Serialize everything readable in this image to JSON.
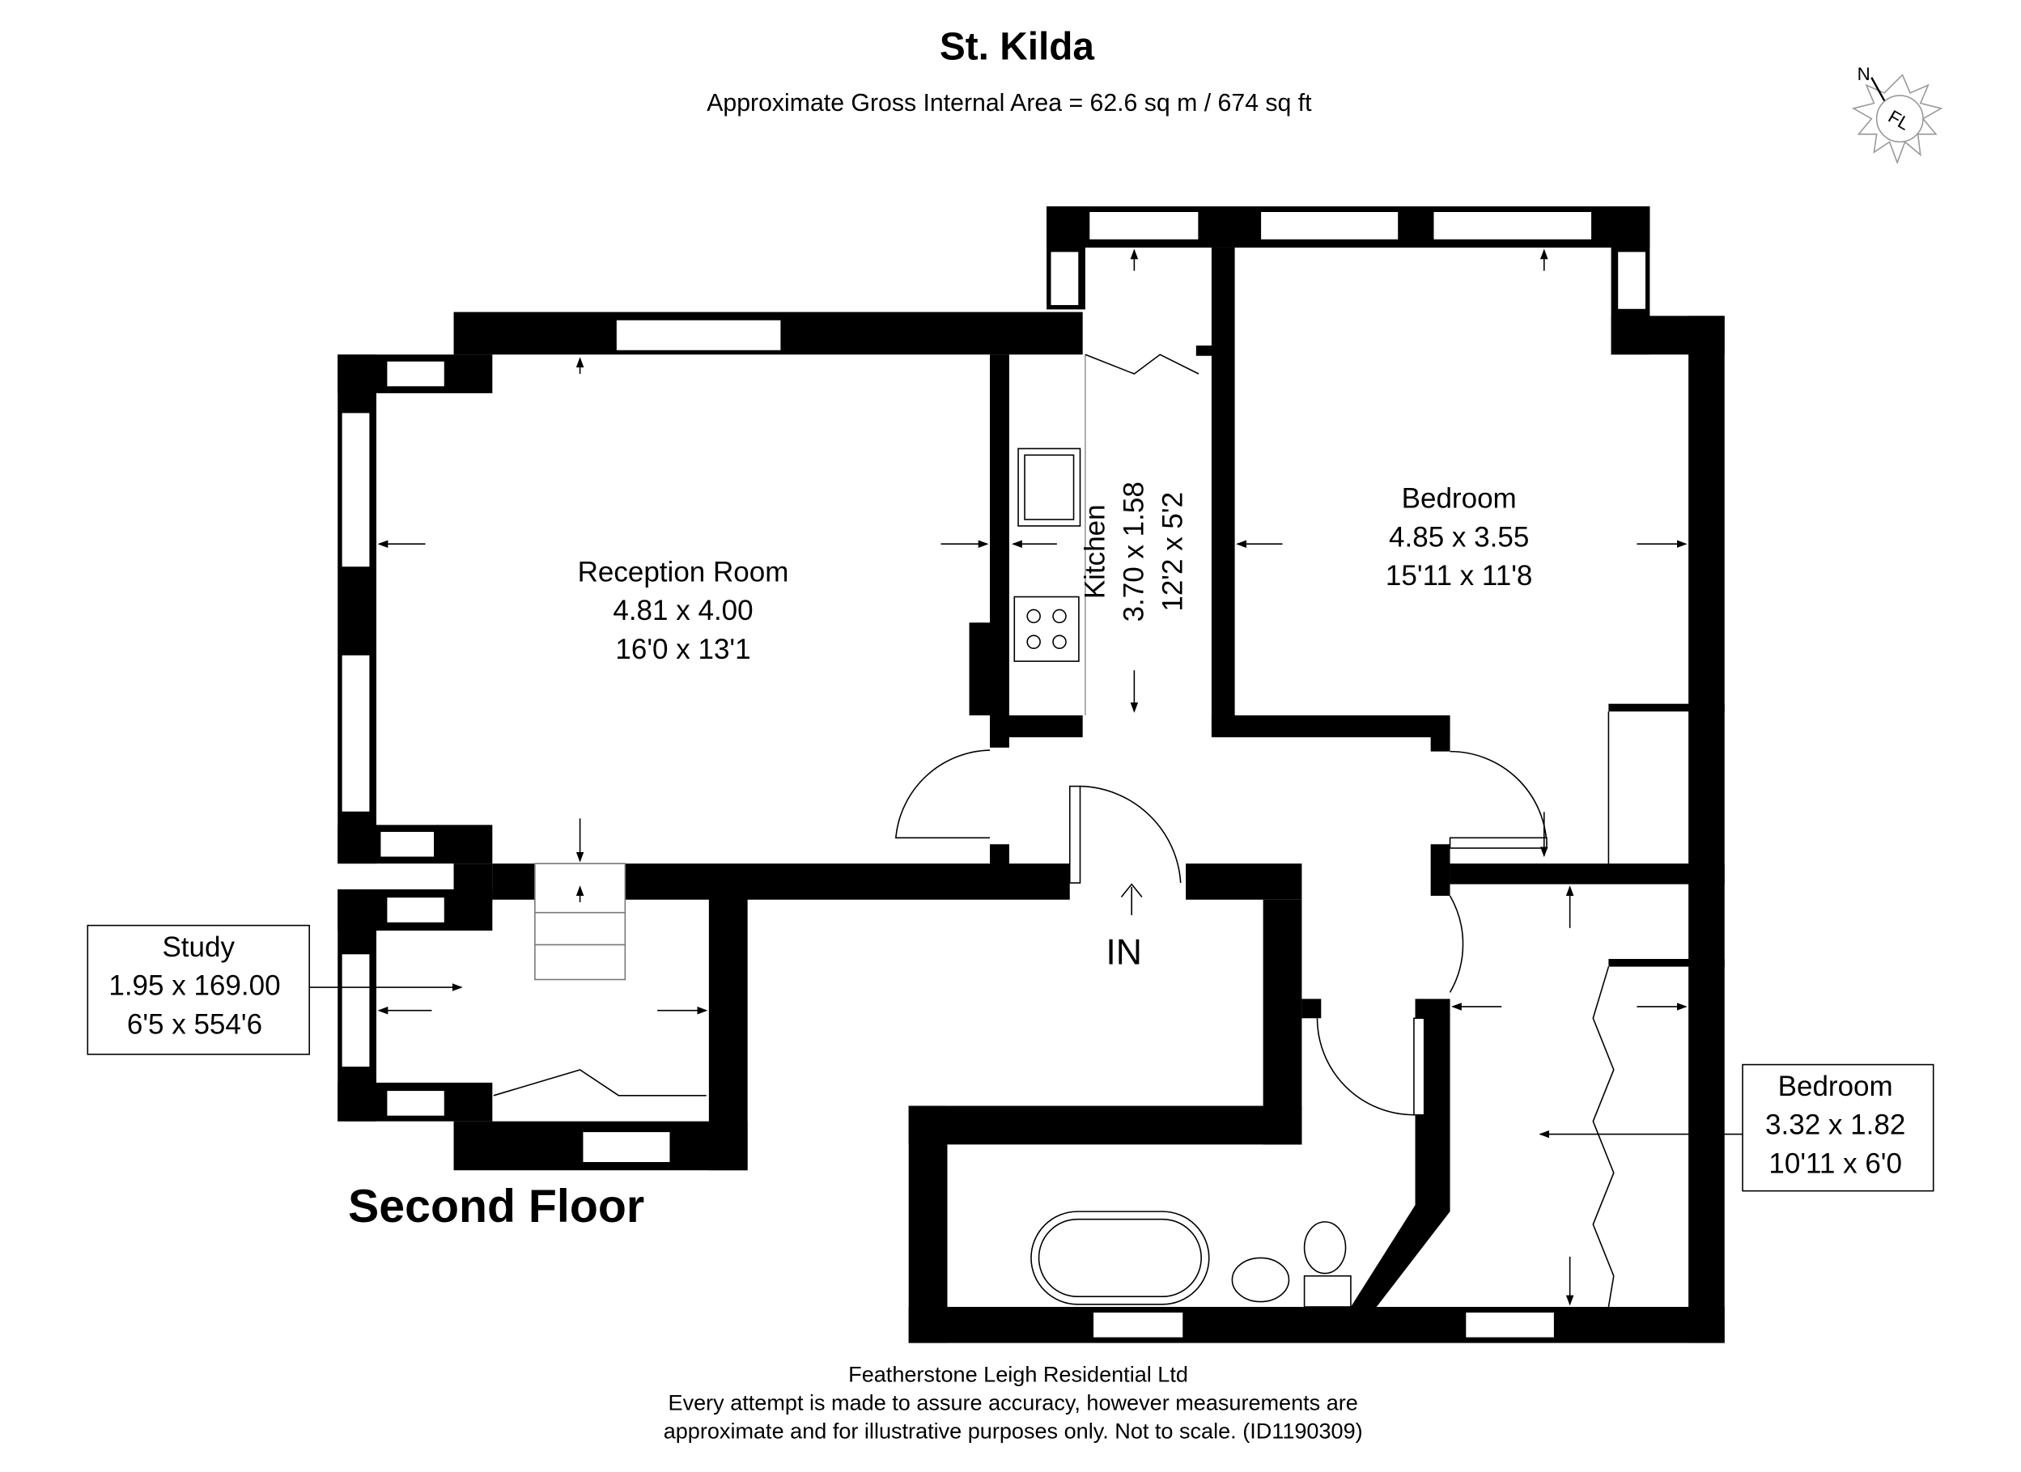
{
  "header": {
    "title": "St. Kilda",
    "subtitle": "Approximate Gross Internal Area = 62.6 sq m / 674 sq ft"
  },
  "compass": {
    "north_label": "N",
    "logo_text": "FL"
  },
  "floor_label": "Second Floor",
  "entrance_label": "IN",
  "rooms": {
    "reception": {
      "name": "Reception Room",
      "metric": "4.81 x 4.00",
      "imperial": "16'0 x 13'1"
    },
    "kitchen": {
      "name": "Kitchen",
      "metric": "3.70 x 1.58",
      "imperial": "12'2 x 5'2"
    },
    "bedroom1": {
      "name": "Bedroom",
      "metric": "4.85 x 3.55",
      "imperial": "15'11 x 11'8"
    },
    "study": {
      "name": "Study",
      "metric": "1.95 x 169.00",
      "imperial": "6'5 x 554'6"
    },
    "bedroom2": {
      "name": "Bedroom",
      "metric": "3.32 x 1.82",
      "imperial": "10'11 x 6'0"
    }
  },
  "footer": {
    "company": "Featherstone Leigh Residential Ltd",
    "disclaimer_1": "Every attempt is made to assure accuracy, however measurements are",
    "disclaimer_2": "approximate and for illustrative purposes only. Not to scale. (ID1190309)"
  }
}
